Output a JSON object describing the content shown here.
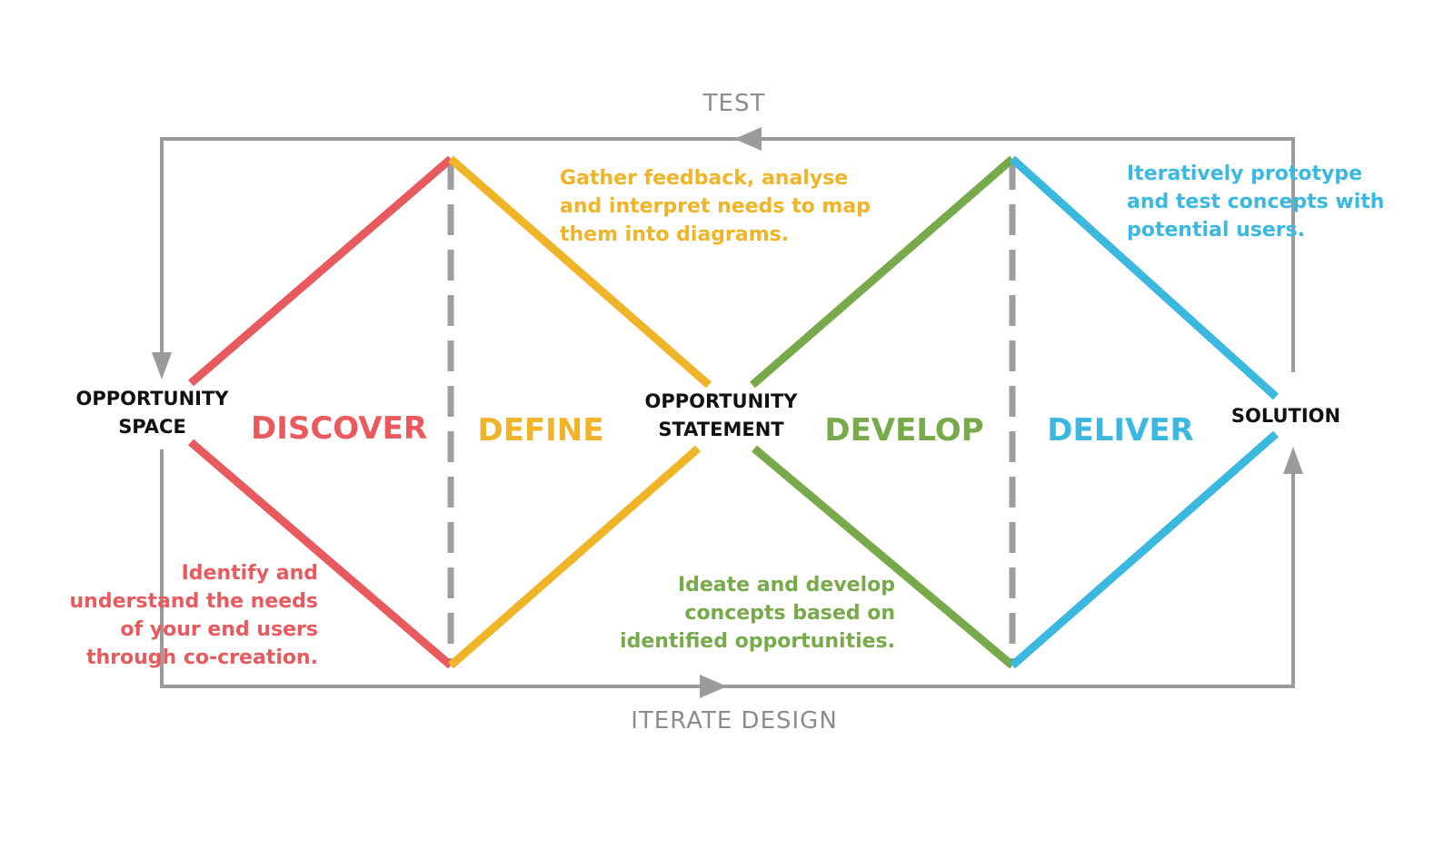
{
  "loop": {
    "top_label": "TEST",
    "bottom_label": "ITERATE DESIGN",
    "color": "#9b9b9b"
  },
  "nodes": {
    "start": {
      "lines": [
        "OPPORTUNITY",
        "SPACE"
      ]
    },
    "middle": {
      "lines": [
        "OPPORTUNITY",
        "STATEMENT"
      ]
    },
    "end": {
      "lines": [
        "SOLUTION"
      ]
    }
  },
  "phases": [
    {
      "id": "discover",
      "label": "DISCOVER",
      "color": "#e85a5e"
    },
    {
      "id": "define",
      "label": "DEFINE",
      "color": "#f0b429"
    },
    {
      "id": "develop",
      "label": "DEVELOP",
      "color": "#78a94a"
    },
    {
      "id": "deliver",
      "label": "DELIVER",
      "color": "#3bb8e0"
    }
  ],
  "descriptions": {
    "discover": {
      "lines": [
        "Identify and",
        "understand the needs",
        "of your end users",
        "through co-creation."
      ],
      "color": "#e85a5e"
    },
    "define": {
      "lines": [
        "Gather feedback, analyse",
        "and interpret needs to map",
        "them into diagrams."
      ],
      "color": "#f0b429"
    },
    "develop": {
      "lines": [
        "Ideate and develop",
        "concepts based on",
        "identified opportunities."
      ],
      "color": "#78a94a"
    },
    "deliver": {
      "lines": [
        "Iteratively prototype",
        "and test concepts with",
        "potential users."
      ],
      "color": "#3bb8e0"
    }
  },
  "divider_color": "#9e9e9e"
}
